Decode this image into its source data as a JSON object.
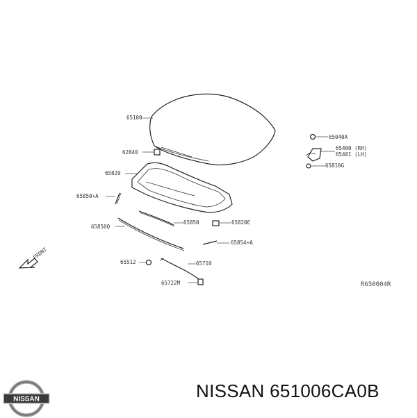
{
  "callouts": {
    "c65100": "65100",
    "c65040A": "65040A",
    "c62840": "62840",
    "c65400": "65400 (RH)",
    "c65401": "65401 (LH)",
    "c65810G": "65810G",
    "c65820": "65820",
    "c65850A": "65850+A",
    "c65850": "65850",
    "c65820E": "65820E",
    "c65850Q": "65850Q",
    "c65854A": "65854+A",
    "c65512": "65512",
    "c65710": "65710",
    "c65722M": "65722M"
  },
  "front_label": "FRONT",
  "ref_code": "R650004R",
  "logo_text": "NISSAN",
  "caption": "NISSAN 651006CA0B"
}
